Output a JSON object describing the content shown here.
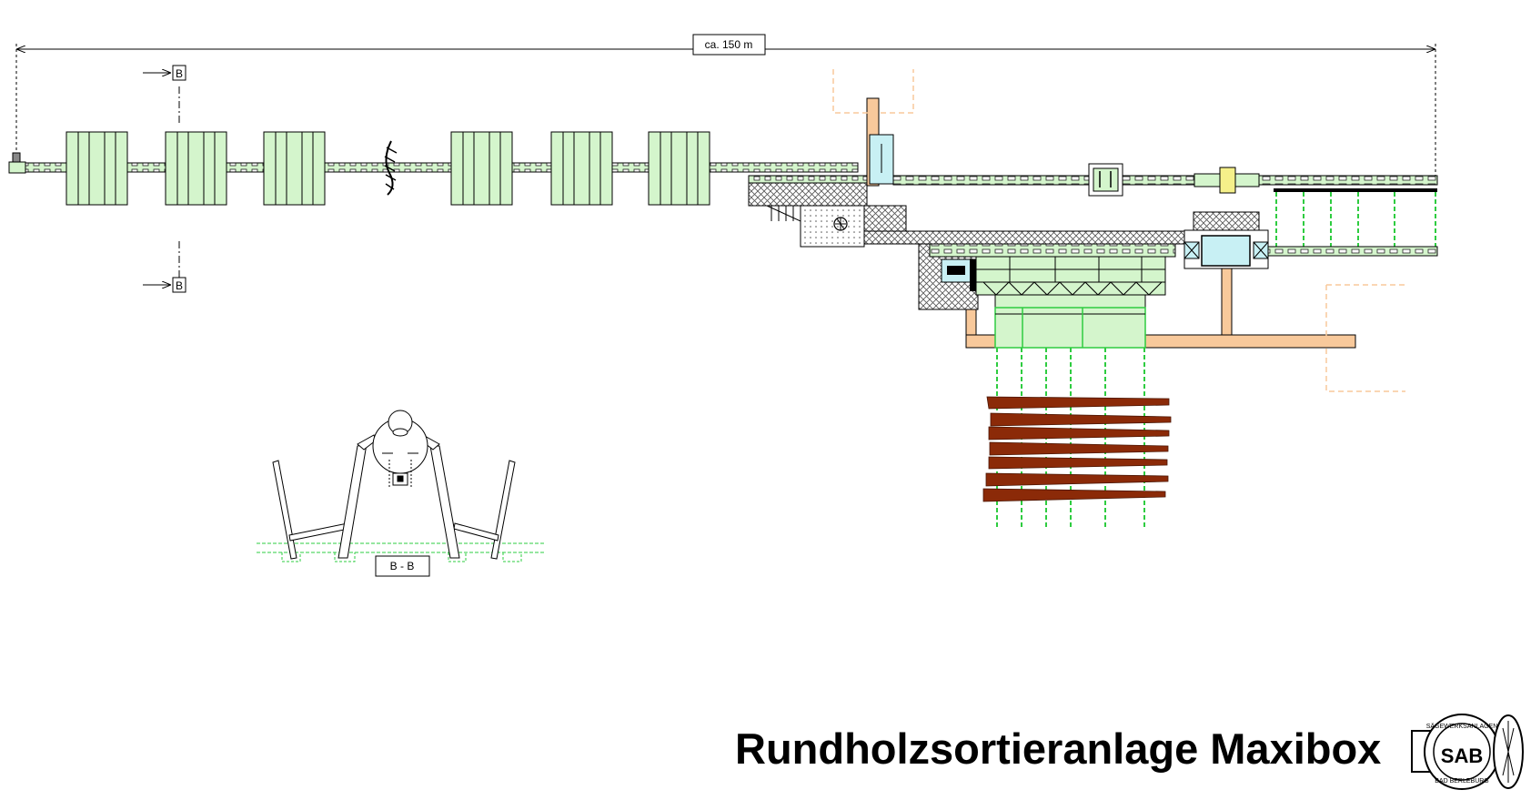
{
  "drawing": {
    "title": "Rundholzsortieranlage Maxibox",
    "dimension_label": "ca. 150 m",
    "section_marker_top": "B",
    "section_marker_bottom": "B",
    "section_label": "B - B"
  },
  "logo": {
    "main_text": "SAB",
    "ring_top_text": "SÄGEWERKSANLAGEN",
    "ring_bottom_text": "BAD BERLEBURG"
  },
  "colors": {
    "conveyor_green": "#d4f5cc",
    "machine_cyan": "#c8f0f4",
    "support_orange": "#f8c99b",
    "log_brown": "#8b2a08",
    "dashed_green": "#2ecc40",
    "scanner_yellow": "#f5f08a"
  }
}
